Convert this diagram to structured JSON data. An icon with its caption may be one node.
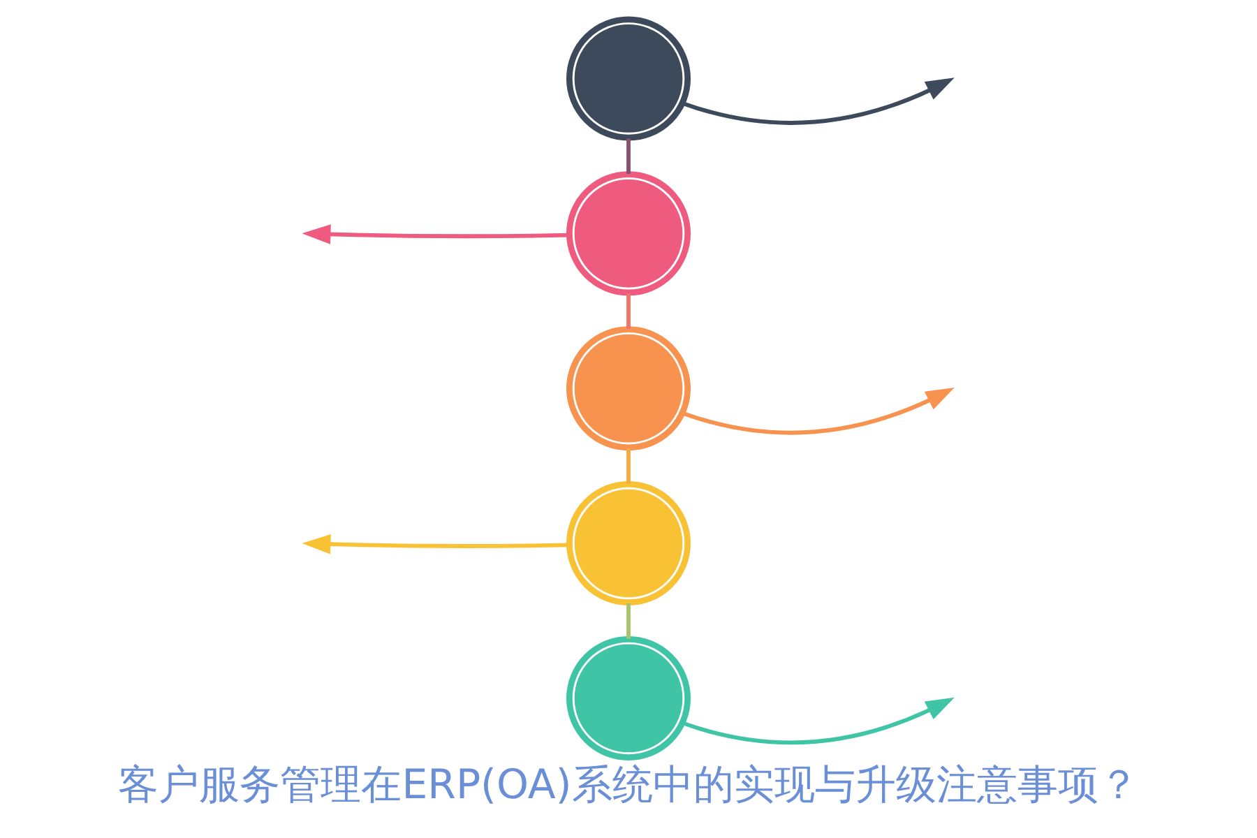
{
  "diagram": {
    "title": "客户服务管理在ERP(OA)系统中的实现与升级注意事项？",
    "nodes": [
      {
        "text": [],
        "shape": "circle"
      },
      {
        "text": [],
        "shape": "circle"
      },
      {
        "text": [],
        "shape": "circle"
      },
      {
        "text": [],
        "shape": "circle"
      },
      {
        "text": [],
        "shape": "circle"
      }
    ],
    "edges": [
      {
        "from": 0,
        "to": 1,
        "arrow": "none",
        "color": "#8a4f6c"
      },
      {
        "from": 1,
        "to": 2,
        "arrow": "none",
        "color": "#f27468"
      },
      {
        "from": 2,
        "to": 3,
        "arrow": "none",
        "color": "#f8ab42"
      },
      {
        "from": 3,
        "to": 4,
        "arrow": "none",
        "color": "#a8c36c"
      },
      {
        "from": 0,
        "to": null,
        "arrow": "to",
        "color": "#3d4a5c"
      },
      {
        "from": 1,
        "to": null,
        "arrow": "to",
        "color": "#ef5a7f"
      },
      {
        "from": 2,
        "to": null,
        "arrow": "to",
        "color": "#f7924f"
      },
      {
        "from": 3,
        "to": null,
        "arrow": "to",
        "color": "#f9c234"
      },
      {
        "from": 4,
        "to": null,
        "arrow": "to",
        "color": "#3fc5a5"
      }
    ]
  }
}
